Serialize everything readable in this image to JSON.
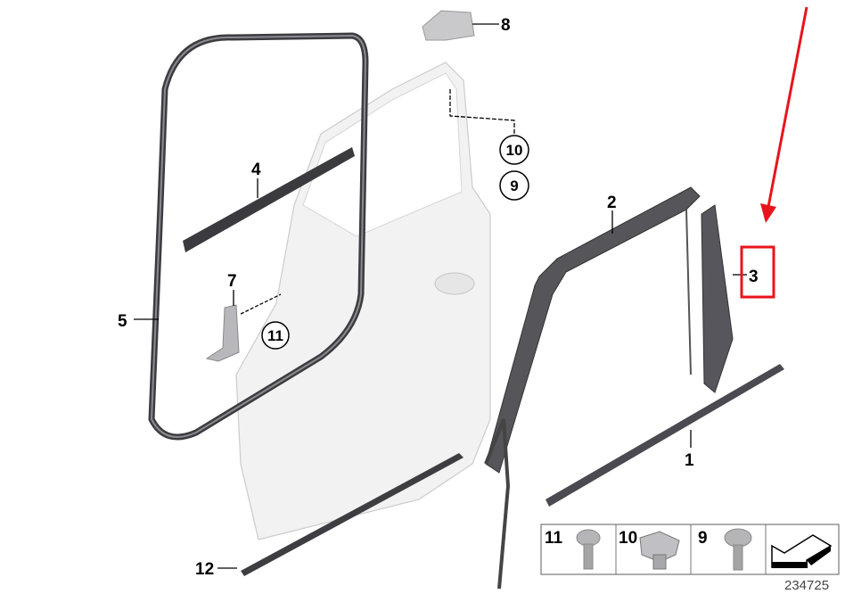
{
  "diagram": {
    "callouts": {
      "p1": "1",
      "p2": "2",
      "p3": "3",
      "p4": "4",
      "p5": "5",
      "p7": "7",
      "p8": "8",
      "p9": "9",
      "p10": "10",
      "p11": "11",
      "p12": "12"
    },
    "legend": {
      "items": [
        {
          "label": "11",
          "icon": "screw-icon"
        },
        {
          "label": "10",
          "icon": "clip-nut-icon"
        },
        {
          "label": "9",
          "icon": "screw-icon"
        }
      ],
      "direction_icon": "front-direction-arrow-icon"
    },
    "diagram_number": "234725",
    "highlight_color": "#e8141b",
    "highlighted_part": "3"
  }
}
